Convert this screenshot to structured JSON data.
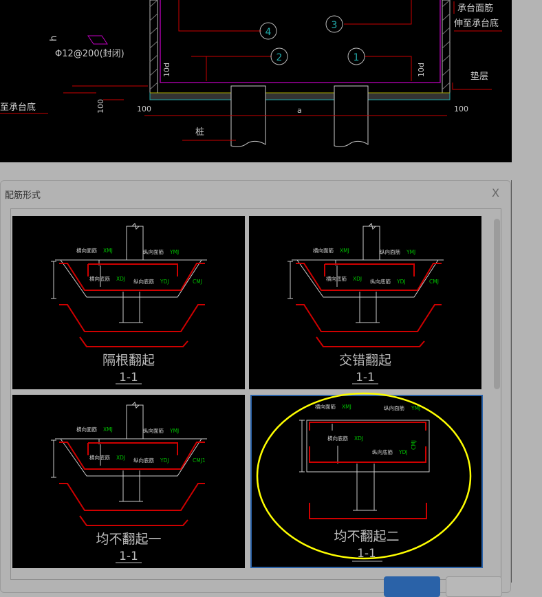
{
  "cad": {
    "texts": {
      "top_bar_extend_1": "承台面筋",
      "top_bar_extend_2": "伸至承台底",
      "stirrup": "Φ12@200(封闭)",
      "h": "h",
      "ten_d_left": "10d",
      "ten_d_right": "10d",
      "cushion": "垫层",
      "to_bottom": "至承台底",
      "dim_100_v": "100",
      "dim_100_left": "100",
      "dim_a": "a",
      "dim_100_right": "100",
      "pile": "桩"
    },
    "markers": [
      "1",
      "2",
      "3",
      "4"
    ]
  },
  "dialog": {
    "title": "配筋形式",
    "close": "X",
    "options": [
      {
        "title": "隔根翻起",
        "section": "1-1",
        "selected": false,
        "labels": {
          "xmj": "横向面筋",
          "xmj_code": "XMJ",
          "ymj": "纵向面筋",
          "ymj_code": "YMJ",
          "xdj": "横向底筋",
          "xdj_code": "XDJ",
          "ydj": "纵向底筋",
          "ydj_code": "YDJ",
          "cmj": "CMJ"
        }
      },
      {
        "title": "交错翻起",
        "section": "1-1",
        "selected": false,
        "labels": {
          "xmj": "横向面筋",
          "xmj_code": "XMJ",
          "ymj": "纵向面筋",
          "ymj_code": "YMJ",
          "xdj": "横向底筋",
          "xdj_code": "XDJ",
          "ydj": "纵向底筋",
          "ydj_code": "YDJ",
          "cmj": "CMJ"
        }
      },
      {
        "title": "均不翻起一",
        "section": "1-1",
        "selected": false,
        "labels": {
          "xmj": "横向面筋",
          "xmj_code": "XMJ",
          "ymj": "纵向面筋",
          "ymj_code": "YMJ",
          "xdj": "横向底筋",
          "xdj_code": "XDJ",
          "ydj": "纵向底筋",
          "ydj_code": "YDJ",
          "cmj": "CMJ1"
        }
      },
      {
        "title": "均不翻起二",
        "section": "1-1",
        "selected": true,
        "labels": {
          "xmj": "横向面筋",
          "xmj_code": "XMJ",
          "ymj": "纵向面筋",
          "ymj_code": "YMJ",
          "xdj": "横向底筋",
          "xdj_code": "XDJ",
          "ydj": "纵向底筋",
          "ydj_code": "YDJ",
          "cmj": "CMJ"
        }
      }
    ]
  },
  "colors": {
    "highlight": "#ffff00",
    "rebar": "#d00000",
    "code": "#00c000",
    "selected_border": "#2a62a8"
  }
}
